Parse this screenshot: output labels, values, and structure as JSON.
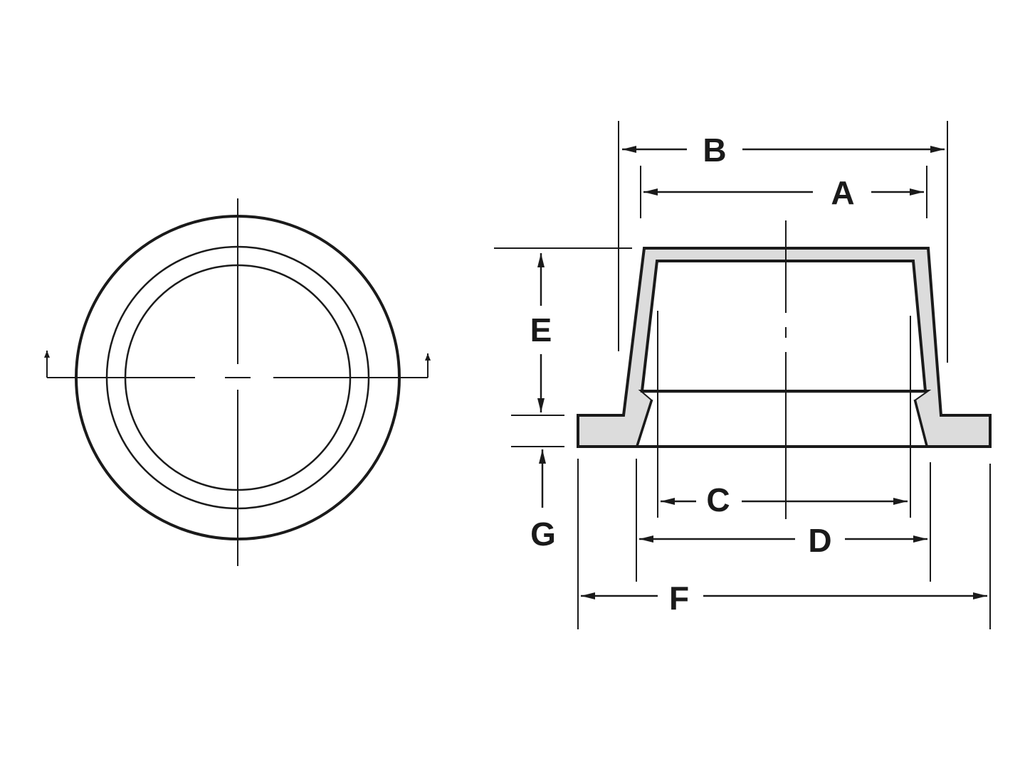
{
  "colors": {
    "line": "#1a1a1a",
    "fill_section": "#dcdcdc",
    "background": "#ffffff"
  },
  "dimensions": {
    "A": "A",
    "B": "B",
    "C": "C",
    "D": "D",
    "E": "E",
    "F": "F",
    "G": "G"
  }
}
